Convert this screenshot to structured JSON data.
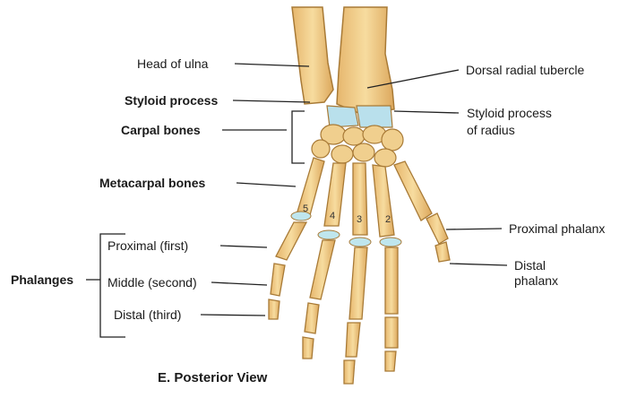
{
  "figure": {
    "caption": "E. Posterior View",
    "colors": {
      "bone": "#f2cf8c",
      "bone_edge": "#b8893f",
      "carpal": "#b9e0ec",
      "cartilage": "#bfe6ee",
      "leader": "#222222"
    }
  },
  "labels": {
    "head_of_ulna": "Head of ulna",
    "styloid_process": "Styloid process",
    "carpal_bones": "Carpal bones",
    "metacarpal_bones": "Metacarpal bones",
    "phalanges": "Phalanges",
    "proximal_first": "Proximal (first)",
    "middle_second": "Middle (second)",
    "distal_third": "Distal (third)",
    "dorsal_radial_tubercle": "Dorsal radial tubercle",
    "styloid_process_radius_1": "Styloid process",
    "styloid_process_radius_2": "of radius",
    "proximal_phalanx": "Proximal phalanx",
    "distal_phalanx_1": "Distal",
    "distal_phalanx_2": "phalanx"
  },
  "metacarpal_numbers": [
    "5",
    "4",
    "3",
    "2"
  ]
}
